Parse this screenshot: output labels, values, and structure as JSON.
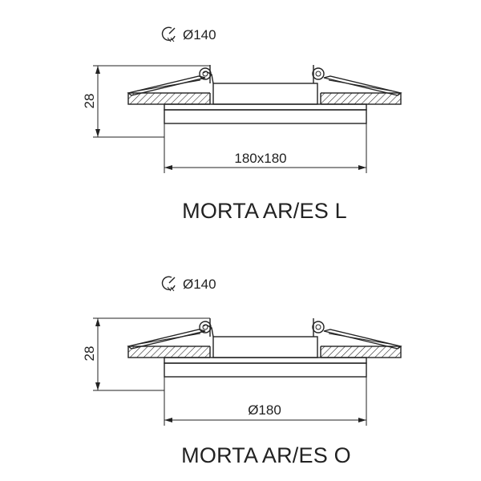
{
  "figures": [
    {
      "cutout_label": "Ø140",
      "height_label": "28",
      "width_label": "180x180",
      "name": "MORTA AR/ES L"
    },
    {
      "cutout_label": "Ø140",
      "height_label": "28",
      "width_label": "Ø180",
      "name": "MORTA AR/ES O"
    }
  ],
  "colors": {
    "line": "#222222",
    "background": "#ffffff"
  },
  "icons": {
    "cutout": "hole-saw-icon"
  }
}
